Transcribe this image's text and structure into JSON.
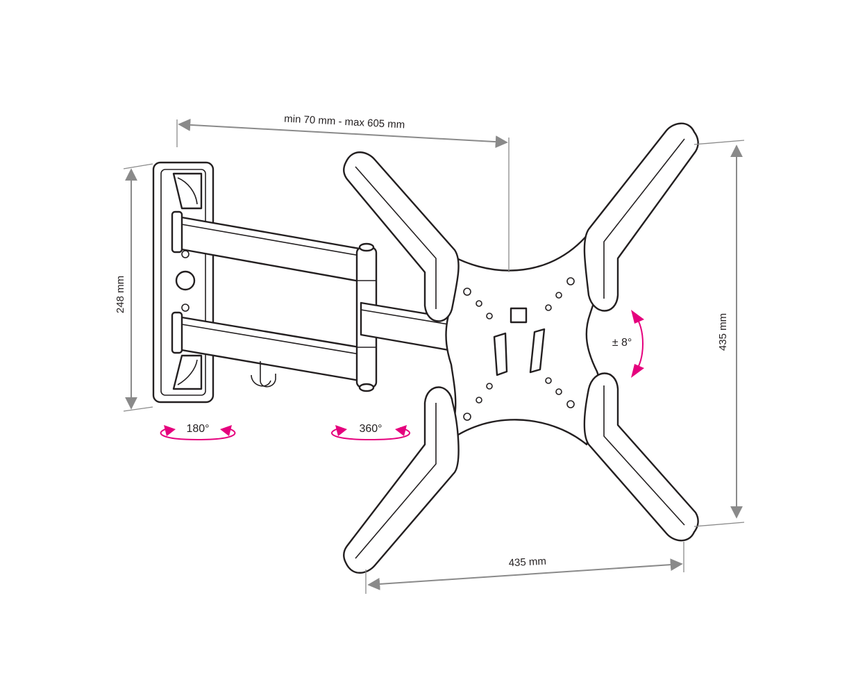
{
  "dimensions": {
    "arm_extension": "min 70 mm - max 605 mm",
    "wall_plate_height": "248 mm",
    "vesa_height": "435 mm",
    "vesa_width": "435 mm"
  },
  "rotations": {
    "wall_swivel": "180°",
    "head_rotation": "360°",
    "tilt": "± 8°"
  },
  "colors": {
    "line": "#231f20",
    "dimension": "#8a8a8a",
    "rotation_accent": "#e5007d",
    "background": "#ffffff"
  }
}
